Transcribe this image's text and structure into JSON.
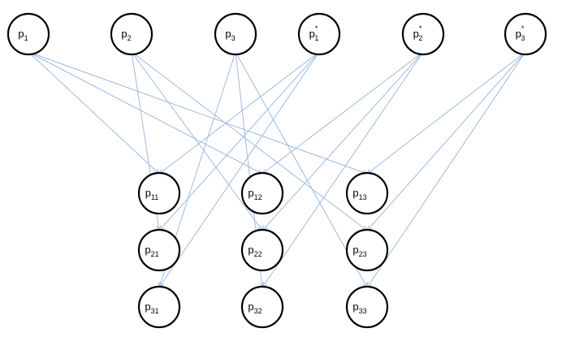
{
  "nodes": [
    {
      "id": "p1",
      "base": "p",
      "sup": "",
      "sub": "1"
    },
    {
      "id": "p2",
      "base": "p",
      "sup": "",
      "sub": "2"
    },
    {
      "id": "p3",
      "base": "p",
      "sup": "",
      "sub": "3"
    },
    {
      "id": "ps1",
      "base": "p",
      "sup": "*",
      "sub": "1"
    },
    {
      "id": "ps2",
      "base": "p",
      "sup": "*",
      "sub": "2"
    },
    {
      "id": "ps3",
      "base": "p",
      "sup": "*",
      "sub": "3"
    },
    {
      "id": "p11",
      "base": "p",
      "sup": "",
      "sub": "11"
    },
    {
      "id": "p12",
      "base": "p",
      "sup": "",
      "sub": "12"
    },
    {
      "id": "p13",
      "base": "p",
      "sup": "",
      "sub": "13"
    },
    {
      "id": "p21",
      "base": "p",
      "sup": "",
      "sub": "21"
    },
    {
      "id": "p22",
      "base": "p",
      "sup": "",
      "sub": "22"
    },
    {
      "id": "p23",
      "base": "p",
      "sup": "",
      "sub": "23"
    },
    {
      "id": "p31",
      "base": "p",
      "sup": "",
      "sub": "31"
    },
    {
      "id": "p32",
      "base": "p",
      "sup": "",
      "sub": "32"
    },
    {
      "id": "p33",
      "base": "p",
      "sup": "",
      "sub": "33"
    }
  ],
  "edges": [
    [
      "p1",
      "p11"
    ],
    [
      "p1",
      "p12"
    ],
    [
      "p1",
      "p13"
    ],
    [
      "p2",
      "p21"
    ],
    [
      "p2",
      "p22"
    ],
    [
      "p2",
      "p23"
    ],
    [
      "p3",
      "p31"
    ],
    [
      "p3",
      "p32"
    ],
    [
      "p3",
      "p33"
    ],
    [
      "ps1",
      "p11"
    ],
    [
      "ps1",
      "p21"
    ],
    [
      "ps1",
      "p31"
    ],
    [
      "ps2",
      "p12"
    ],
    [
      "ps2",
      "p22"
    ],
    [
      "ps2",
      "p32"
    ],
    [
      "ps3",
      "p13"
    ],
    [
      "ps3",
      "p23"
    ],
    [
      "ps3",
      "p33"
    ]
  ],
  "colors": {
    "edge": "#9dbbe0",
    "node_stroke": "#000000",
    "node_fill": "#ffffff"
  }
}
